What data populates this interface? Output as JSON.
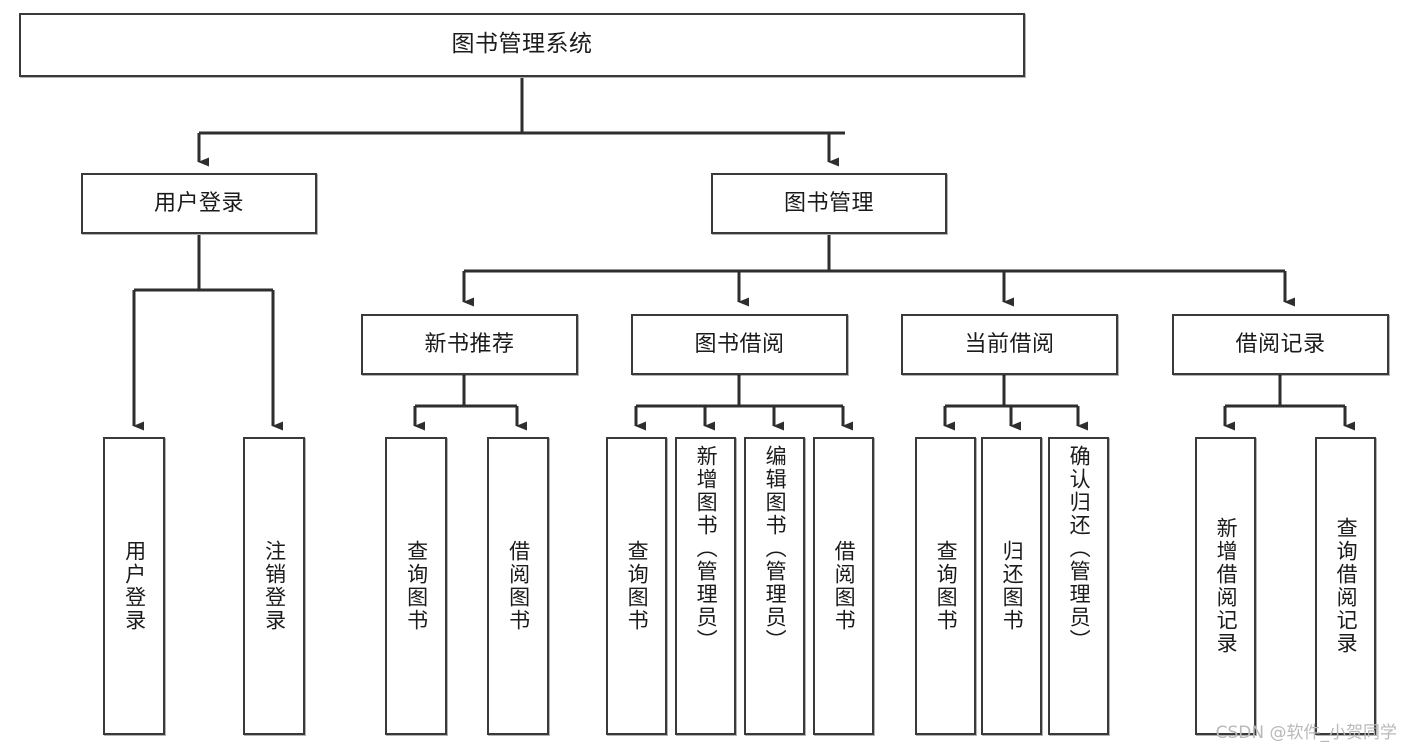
{
  "diagram": {
    "title": "图书管理系统",
    "type": "tree",
    "root": {
      "id": "root",
      "label": "图书管理系统"
    },
    "level2": [
      {
        "id": "user-login",
        "label": "用户登录"
      },
      {
        "id": "book-manage",
        "label": "图书管理"
      }
    ],
    "level3": [
      {
        "id": "new-book-rec",
        "label": "新书推荐"
      },
      {
        "id": "book-borrow",
        "label": "图书借阅"
      },
      {
        "id": "current-borrow",
        "label": "当前借阅"
      },
      {
        "id": "borrow-record",
        "label": "借阅记录"
      }
    ],
    "leaves": [
      {
        "id": "leaf-user-login",
        "label": "用户登录",
        "parent": "user-login"
      },
      {
        "id": "leaf-logout",
        "label": "注销登录",
        "parent": "user-login"
      },
      {
        "id": "leaf-query-book-1",
        "label": "查询图书",
        "parent": "new-book-rec"
      },
      {
        "id": "leaf-borrow-book-1",
        "label": "借阅图书",
        "parent": "new-book-rec"
      },
      {
        "id": "leaf-query-book-2",
        "label": "查询图书",
        "parent": "book-borrow"
      },
      {
        "id": "leaf-add-book",
        "label": "新增图书（管理员）",
        "parent": "book-borrow"
      },
      {
        "id": "leaf-edit-book",
        "label": "编辑图书（管理员）",
        "parent": "book-borrow"
      },
      {
        "id": "leaf-borrow-book-2",
        "label": "借阅图书",
        "parent": "book-borrow"
      },
      {
        "id": "leaf-query-book-3",
        "label": "查询图书",
        "parent": "current-borrow"
      },
      {
        "id": "leaf-return-book",
        "label": "归还图书",
        "parent": "current-borrow"
      },
      {
        "id": "leaf-confirm-return",
        "label": "确认归还（管理员）",
        "parent": "current-borrow"
      },
      {
        "id": "leaf-add-record",
        "label": "新增借阅记录",
        "parent": "borrow-record"
      },
      {
        "id": "leaf-query-record",
        "label": "查询借阅记录",
        "parent": "borrow-record"
      }
    ]
  },
  "watermark": {
    "text": "CSDN @软件_小贺同学"
  },
  "colors": {
    "background": "#ffffff",
    "box_border": "#3a3a3a",
    "box_fill": "#ffffff",
    "text": "#1b1b1b",
    "edge": "#2e2e2e",
    "watermark": "#b9b9b9"
  }
}
